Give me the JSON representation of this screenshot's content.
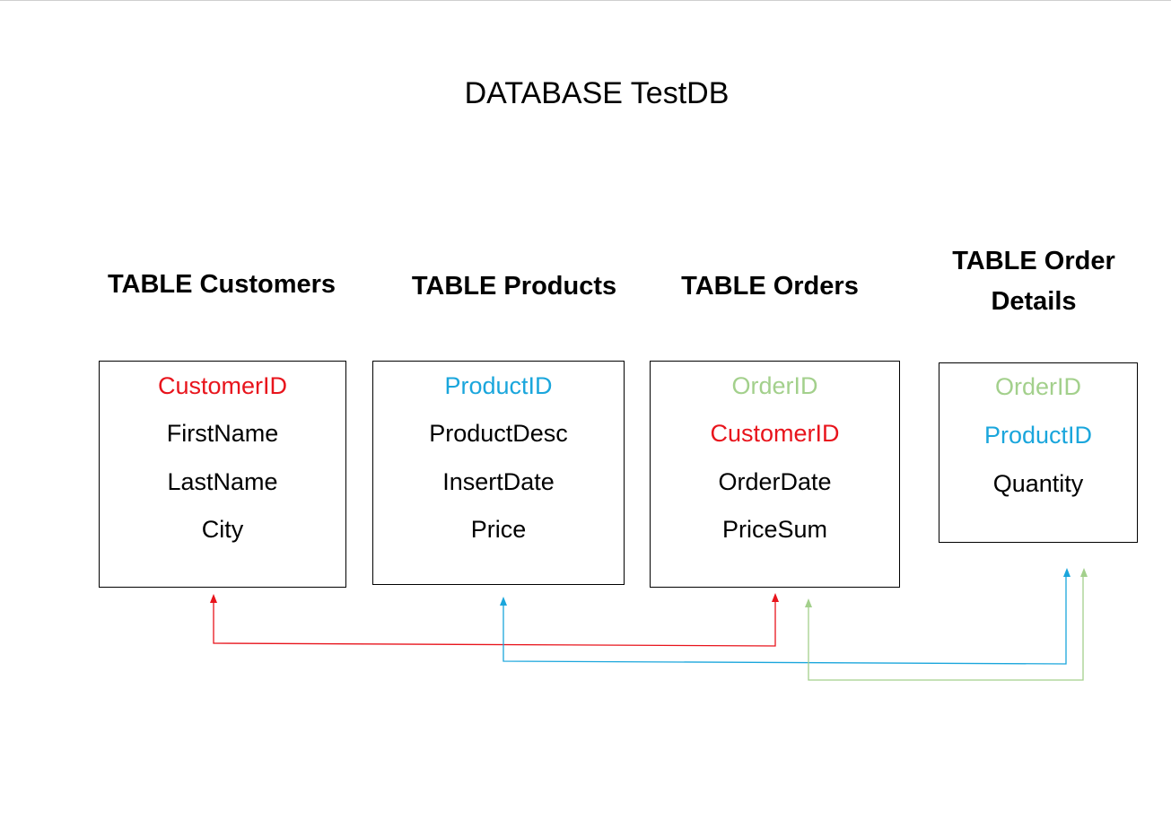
{
  "title": "DATABASE TestDB",
  "colors": {
    "customer_key": "#e8141c",
    "product_key": "#1aa6dc",
    "order_key": "#a3d08c",
    "text": "#000000"
  },
  "tables": [
    {
      "title": "TABLE Customers",
      "fields": [
        {
          "name": "CustomerID",
          "color": "#e8141c"
        },
        {
          "name": "FirstName",
          "color": "#000000"
        },
        {
          "name": "LastName",
          "color": "#000000"
        },
        {
          "name": "City",
          "color": "#000000"
        }
      ]
    },
    {
      "title": "TABLE Products",
      "fields": [
        {
          "name": "ProductID",
          "color": "#1aa6dc"
        },
        {
          "name": "ProductDesc",
          "color": "#000000"
        },
        {
          "name": "InsertDate",
          "color": "#000000"
        },
        {
          "name": "Price",
          "color": "#000000"
        }
      ]
    },
    {
      "title": "TABLE Orders",
      "fields": [
        {
          "name": "OrderID",
          "color": "#a3d08c"
        },
        {
          "name": "CustomerID",
          "color": "#e8141c"
        },
        {
          "name": "OrderDate",
          "color": "#000000"
        },
        {
          "name": "PriceSum",
          "color": "#000000"
        }
      ]
    },
    {
      "title_lines": [
        "TABLE Order",
        "Details"
      ],
      "fields": [
        {
          "name": "OrderID",
          "color": "#a3d08c"
        },
        {
          "name": "ProductID",
          "color": "#1aa6dc"
        },
        {
          "name": "Quantity",
          "color": "#000000"
        }
      ]
    }
  ],
  "relations": [
    {
      "key": "CustomerID",
      "from_table": "Orders",
      "to_table": "Customers",
      "color": "#e8141c"
    },
    {
      "key": "ProductID",
      "from_table": "Order Details",
      "to_table": "Products",
      "color": "#1aa6dc"
    },
    {
      "key": "OrderID",
      "from_table": "Order Details",
      "to_table": "Orders",
      "color": "#a3d08c"
    }
  ]
}
